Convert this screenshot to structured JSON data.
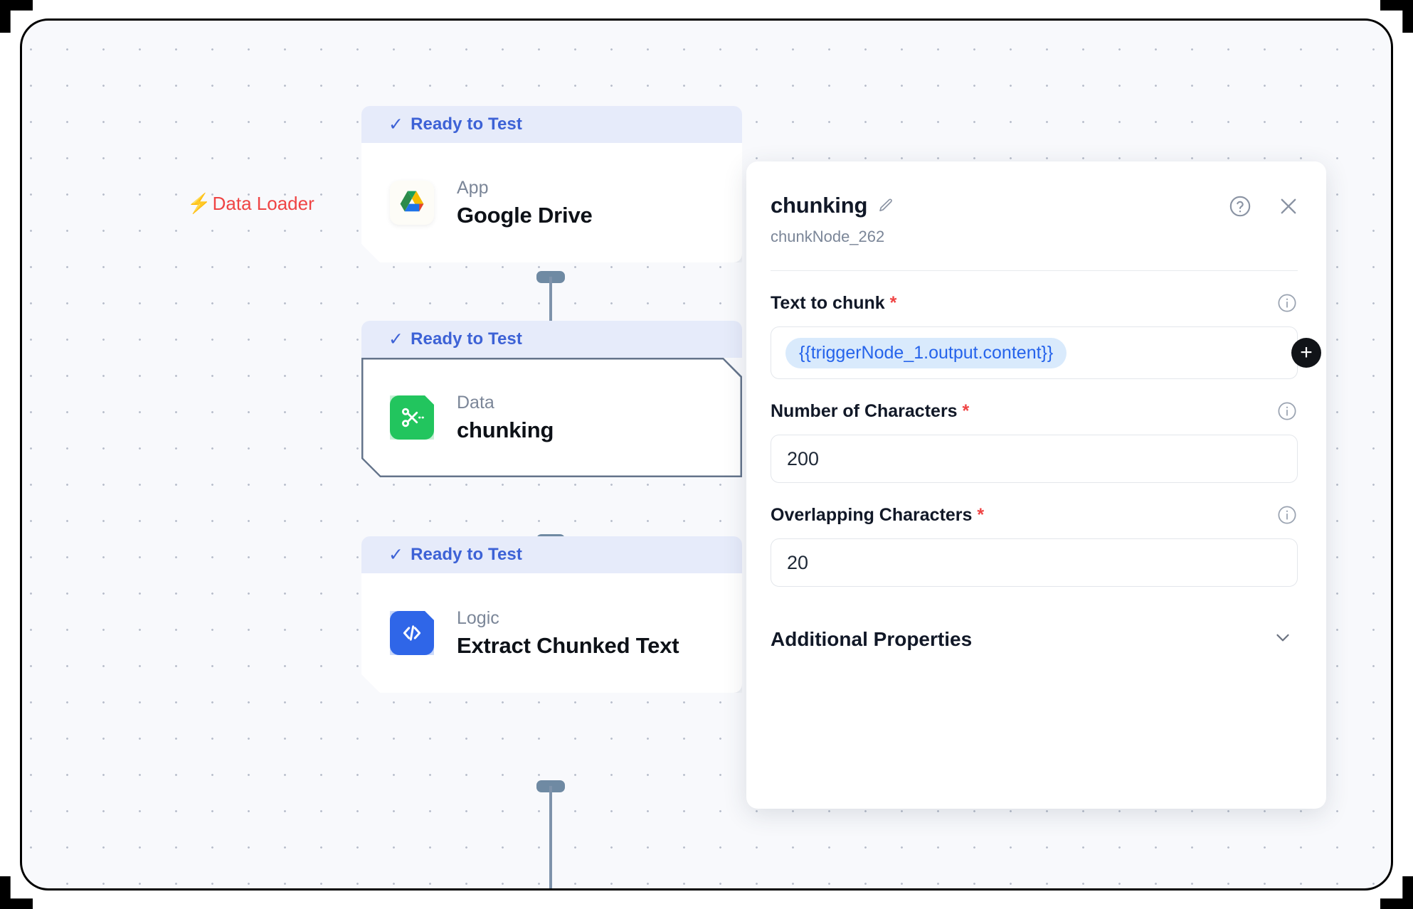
{
  "canvas": {
    "section_label": {
      "text": "Data Loader",
      "icon": "lightning-bolt-icon",
      "color": "#ef4444"
    }
  },
  "nodes": [
    {
      "status": "Ready to Test",
      "kind": "App",
      "title": "Google Drive",
      "icon": "google-drive-icon",
      "selected": false
    },
    {
      "status": "Ready to Test",
      "kind": "Data",
      "title": "chunking",
      "icon": "scissors-icon",
      "selected": true
    },
    {
      "status": "Ready to Test",
      "kind": "Logic",
      "title": "Extract Chunked Text",
      "icon": "code-brackets-icon",
      "selected": false
    }
  ],
  "panel": {
    "title": "chunking",
    "subtitle": "chunkNode_262",
    "edit_icon": "pencil-icon",
    "help_icon": "question-circle-icon",
    "close_icon": "close-icon",
    "fields": [
      {
        "label": "Text to chunk",
        "required_marker": "*",
        "type": "token",
        "value": "{{triggerNode_1.output.content}}",
        "add_button_label": "+",
        "info_icon": "info-icon"
      },
      {
        "label": "Number of Characters",
        "required_marker": "*",
        "type": "number",
        "value": "200",
        "info_icon": "info-icon"
      },
      {
        "label": "Overlapping Characters",
        "required_marker": "*",
        "type": "number",
        "value": "20",
        "info_icon": "info-icon"
      }
    ],
    "accordion": {
      "title": "Additional Properties",
      "chevron_icon": "chevron-down-icon"
    }
  },
  "colors": {
    "status_text": "#3d62d6",
    "status_bg": "#e6ebfa",
    "accent_red": "#ef4444",
    "token_text": "#2563eb",
    "token_bg": "#d9eafc",
    "data_icon": "#22c55e",
    "logic_icon": "#2f66e8"
  }
}
